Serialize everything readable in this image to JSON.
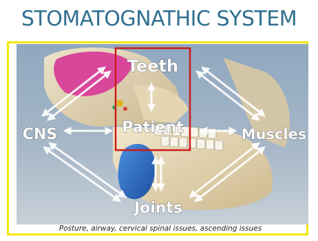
{
  "title": "STOMATOGNATHIC SYSTEM",
  "nodes": {
    "teeth": "Teeth",
    "patient": "Patient",
    "cns": "CNS",
    "muscles": "Muscles",
    "joints": "Joints"
  },
  "caption": "Posture, airway, cervical spinal issues, ascending issues",
  "colors": {
    "title": "#2f6f8f",
    "frame": "#f2e600",
    "highlight_box": "#cc1a1a",
    "muscle_magenta": "#d8479a",
    "tongue_blue": "#2a70c8",
    "bone": "#e8dcc0"
  }
}
